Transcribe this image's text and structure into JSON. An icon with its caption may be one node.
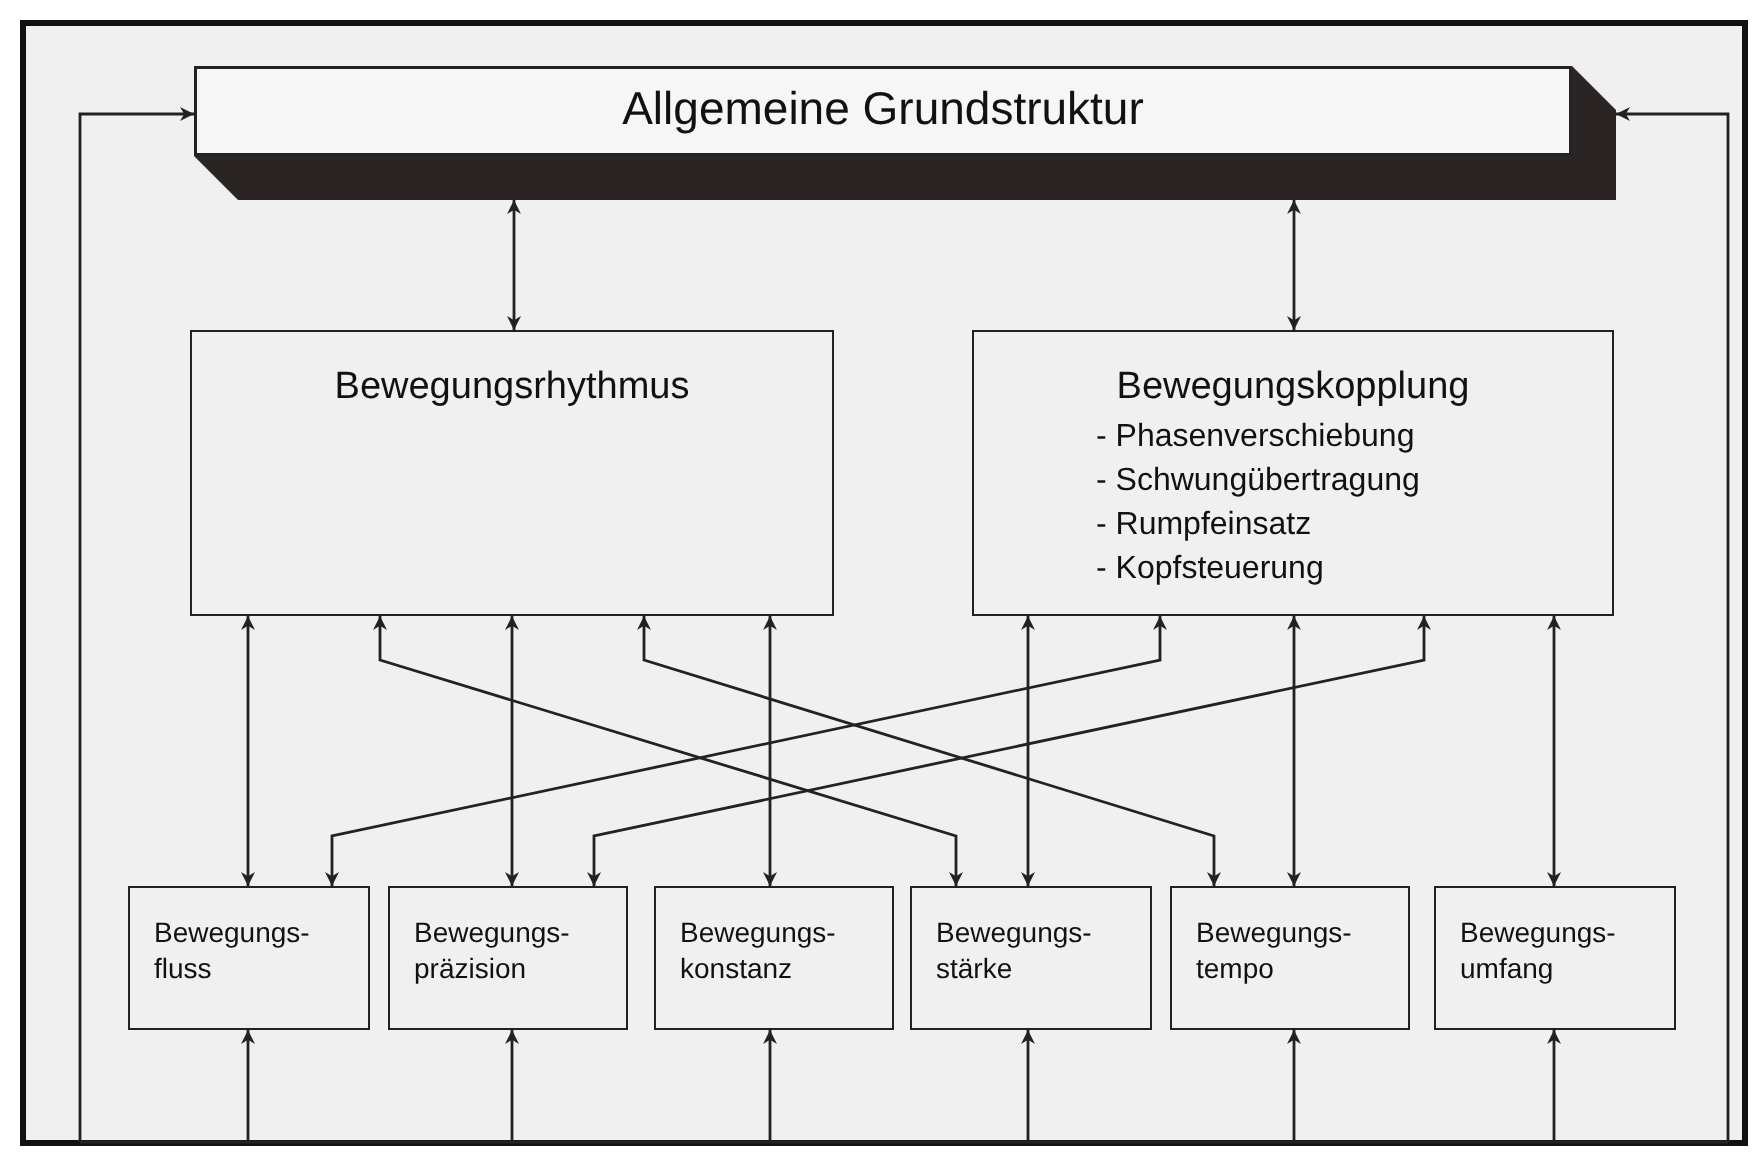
{
  "diagram": {
    "nodes": [
      {
        "text": [
          "Allgemeine Grundstruktur"
        ]
      },
      {
        "text": [
          "Bewegungsrhythmus"
        ]
      },
      {
        "text": [
          "Bewegungskopplung",
          "- Phasenverschiebung",
          "- Schwungübertragung",
          "- Rumpfeinsatz",
          "- Kopfsteuerung"
        ]
      },
      {
        "text": [
          "Bewegungs- fluss"
        ]
      },
      {
        "text": [
          "Bewegungs- präzision"
        ]
      },
      {
        "text": [
          "Bewegungs- konstanz"
        ]
      },
      {
        "text": [
          "Bewegungs- stärke"
        ]
      },
      {
        "text": [
          "Bewegungs- tempo"
        ]
      },
      {
        "text": [
          "Bewegungs- umfang"
        ]
      }
    ],
    "edges": [
      {
        "from": 0,
        "to": 1,
        "arrow": "both"
      },
      {
        "from": 0,
        "to": 2,
        "arrow": "both"
      },
      {
        "from": 1,
        "to": 3,
        "arrow": "both"
      },
      {
        "from": 1,
        "to": 4,
        "arrow": "both"
      },
      {
        "from": 1,
        "to": 5,
        "arrow": "both"
      },
      {
        "from": 1,
        "to": 6,
        "arrow": "both"
      },
      {
        "from": 1,
        "to": 7,
        "arrow": "both"
      },
      {
        "from": 2,
        "to": 6,
        "arrow": "both"
      },
      {
        "from": 2,
        "to": 7,
        "arrow": "both"
      },
      {
        "from": 2,
        "to": 8,
        "arrow": "both"
      },
      {
        "from": 2,
        "to": 3,
        "arrow": "both"
      },
      {
        "from": 2,
        "to": 4,
        "arrow": "both"
      },
      {
        "from": null,
        "to": 0,
        "arrow": "to"
      },
      {
        "from": null,
        "to": 0,
        "arrow": "to"
      },
      {
        "from": null,
        "to": 3,
        "arrow": "to"
      },
      {
        "from": null,
        "to": 4,
        "arrow": "to"
      },
      {
        "from": null,
        "to": 5,
        "arrow": "to"
      },
      {
        "from": null,
        "to": 6,
        "arrow": "to"
      },
      {
        "from": null,
        "to": 7,
        "arrow": "to"
      },
      {
        "from": null,
        "to": 8,
        "arrow": "to"
      }
    ]
  }
}
